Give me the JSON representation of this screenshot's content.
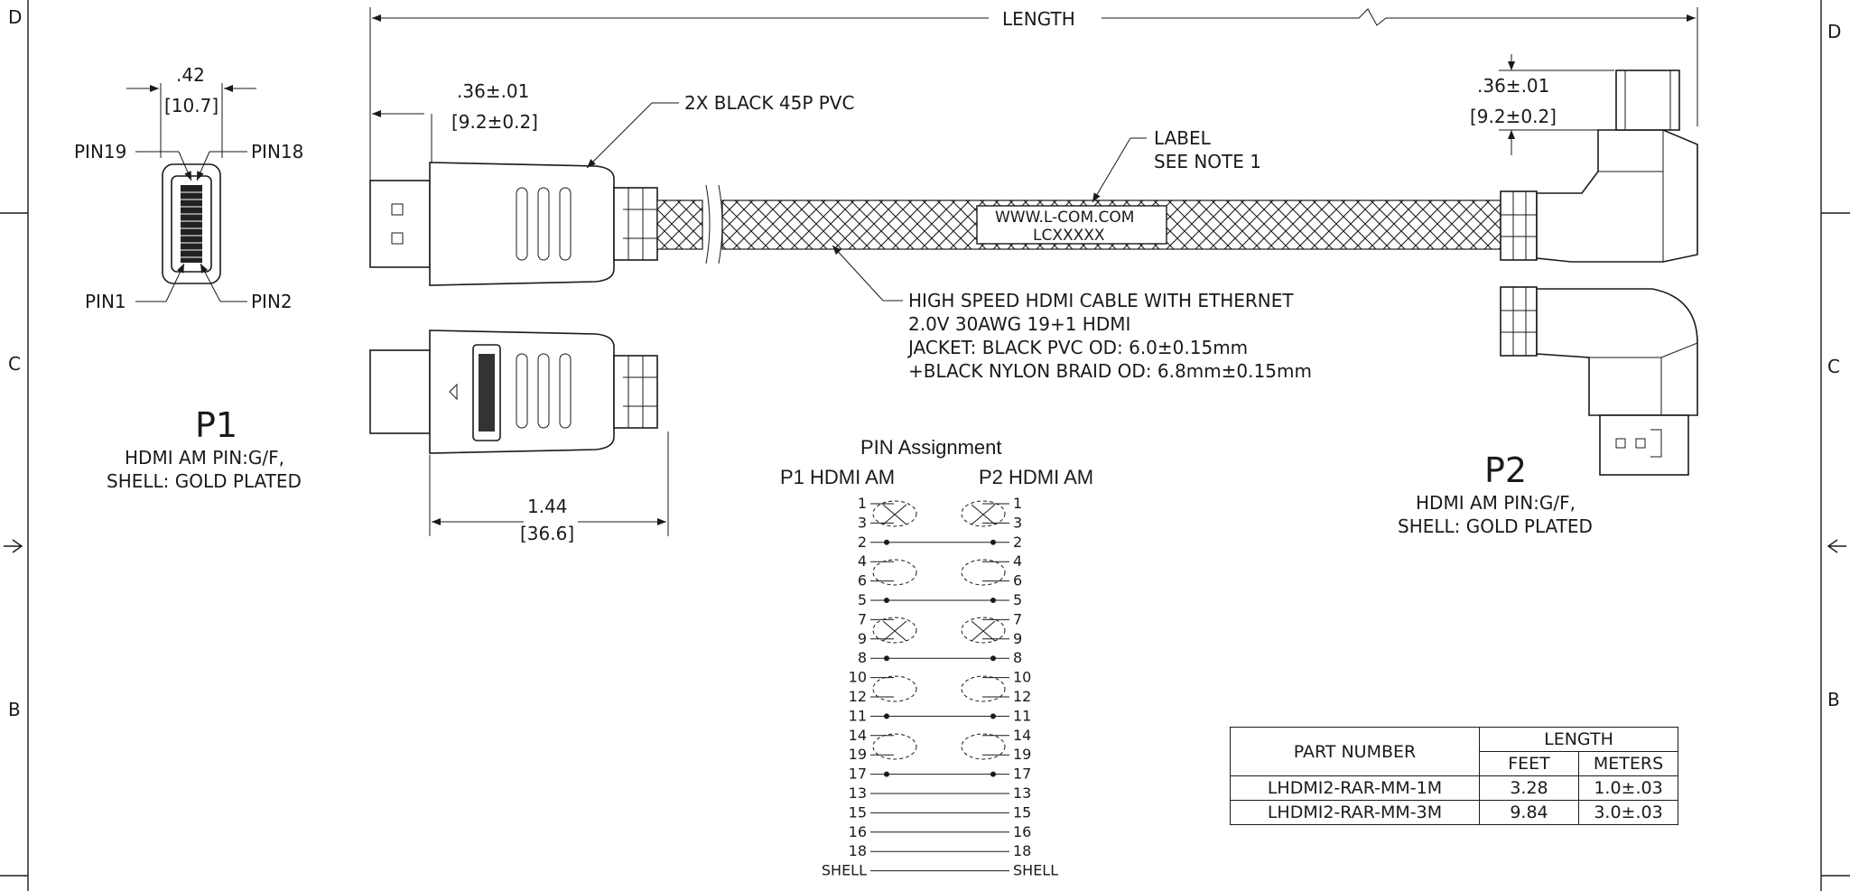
{
  "border": {
    "left_letters": [
      "D",
      "C",
      "B"
    ],
    "right_letters": [
      "D",
      "C",
      "B"
    ]
  },
  "dims": {
    "length": "LENGTH",
    "p1_width_in": ".42",
    "p1_width_mm": "[10.7]",
    "p1_head_in": ".36±.01",
    "p1_head_mm": "[9.2±0.2]",
    "p2_head_in": ".36±.01",
    "p2_head_mm": "[9.2±0.2]",
    "body_len_in": "1.44",
    "body_len_mm": "[36.6]"
  },
  "pins_face": {
    "pin19": "PIN19",
    "pin18": "PIN18",
    "pin1": "PIN1",
    "pin2": "PIN2"
  },
  "callouts": {
    "molding": "2X BLACK 45P PVC",
    "label_line1": "LABEL",
    "label_line2": "SEE NOTE 1",
    "label_text1": "WWW.L-COM.COM",
    "label_text2": "LCXXXXX",
    "cable_lines": [
      "HIGH SPEED HDMI CABLE WITH ETHERNET",
      "2.0V 30AWG 19+1 HDMI",
      "JACKET: BLACK PVC OD: 6.0±0.15mm",
      "+BLACK NYLON BRAID OD: 6.8mm±0.15mm"
    ]
  },
  "p1": {
    "name": "P1",
    "desc1": "HDMI AM PIN:G/F,",
    "desc2": "SHELL: GOLD PLATED"
  },
  "p2": {
    "name": "P2",
    "desc1": "HDMI AM PIN:G/F,",
    "desc2": "SHELL: GOLD PLATED"
  },
  "pin_assignment": {
    "title": "PIN Assignment",
    "left_header": "P1 HDMI AM",
    "right_header": "P2 HDMI AM",
    "pins": [
      "1",
      "3",
      "2",
      "4",
      "6",
      "5",
      "7",
      "9",
      "8",
      "10",
      "12",
      "11",
      "14",
      "19",
      "17",
      "13",
      "15",
      "16",
      "18",
      "SHELL"
    ]
  },
  "part_table": {
    "col_part": "PART NUMBER",
    "col_length": "LENGTH",
    "col_feet": "FEET",
    "col_meters": "METERS",
    "rows": [
      {
        "part": "LHDMI2-RAR-MM-1M",
        "feet": "3.28",
        "meters": "1.0±.03"
      },
      {
        "part": "LHDMI2-RAR-MM-3M",
        "feet": "9.84",
        "meters": "3.0±.03"
      }
    ]
  }
}
